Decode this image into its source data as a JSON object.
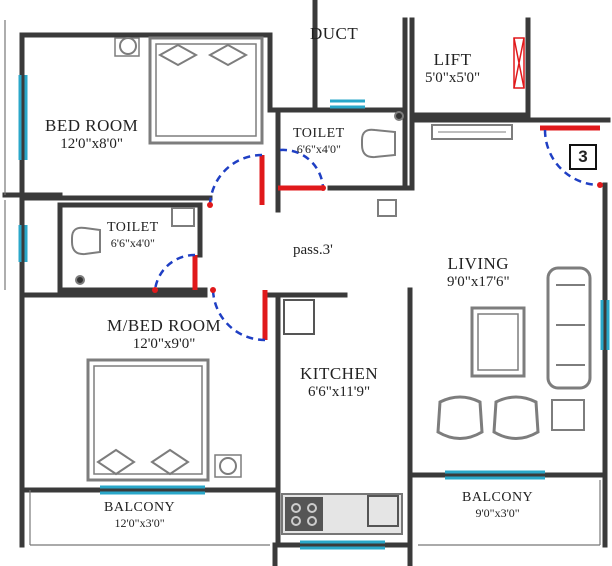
{
  "rooms": {
    "duct": {
      "name": "DUCT"
    },
    "lift": {
      "name": "LIFT",
      "dim": "5'0\"x5'0\""
    },
    "bedroom": {
      "name": "BED ROOM",
      "dim": "12'0\"x8'0\""
    },
    "toilet1": {
      "name": "TOILET",
      "dim": "6'6\"x4'0\""
    },
    "toilet2": {
      "name": "TOILET",
      "dim": "6'6\"x4'0\""
    },
    "passage": {
      "name": "pass.3'"
    },
    "living": {
      "name": "LIVING",
      "dim": "9'0\"x17'6\""
    },
    "master_bedroom": {
      "name": "M/BED ROOM",
      "dim": "12'0\"x9'0\""
    },
    "kitchen": {
      "name": "KITCHEN",
      "dim": "6'6\"x11'9\""
    },
    "balcony1": {
      "name": "BALCONY",
      "dim": "12'0\"x3'0\""
    },
    "balcony2": {
      "name": "BALCONY",
      "dim": "9'0\"x3'0\""
    }
  },
  "unit_number": "3",
  "colors": {
    "wall": "#3a3a3a",
    "door_frame": "#e0191b",
    "door_swing": "#1f3fc4",
    "window": "#2aa7c9",
    "furniture": "#7d7d7d"
  }
}
